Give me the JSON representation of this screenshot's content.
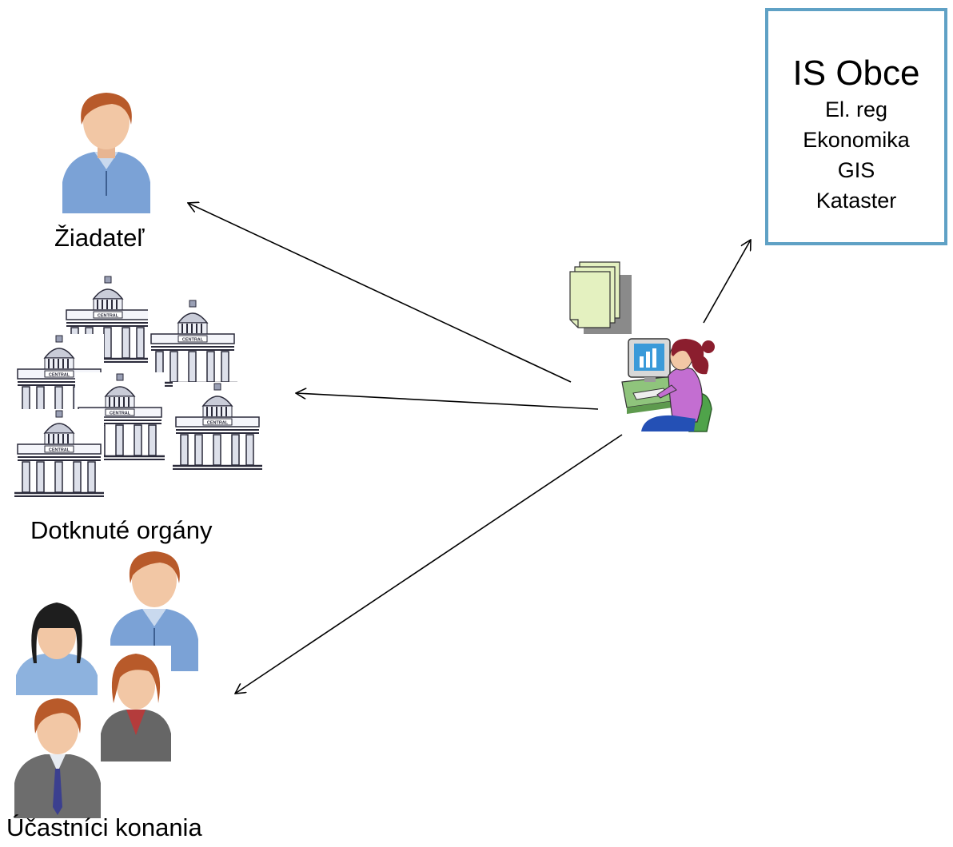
{
  "labels": {
    "applicant": "Žiadateľ",
    "authorities": "Dotknuté orgány",
    "participants": "Účastníci konania"
  },
  "is_box": {
    "title": "IS Obce",
    "items": [
      "El. reg",
      "Ekonomika",
      "GIS",
      "Kataster"
    ]
  },
  "building_sign": "CENTRAL",
  "colors": {
    "box_border": "#5fa1c5",
    "arrow": "#000000",
    "shirt_blue": "#7ba2d6",
    "skin": "#f2c7a5",
    "hair_brown": "#b85a2a",
    "hair_black": "#1e1e1e",
    "suit_gray": "#6d6d6d",
    "document_green": "#e4f1c0"
  },
  "icons": [
    "person-avatar-icon",
    "government-building-icon",
    "office-worker-icon",
    "document-stack-icon"
  ]
}
